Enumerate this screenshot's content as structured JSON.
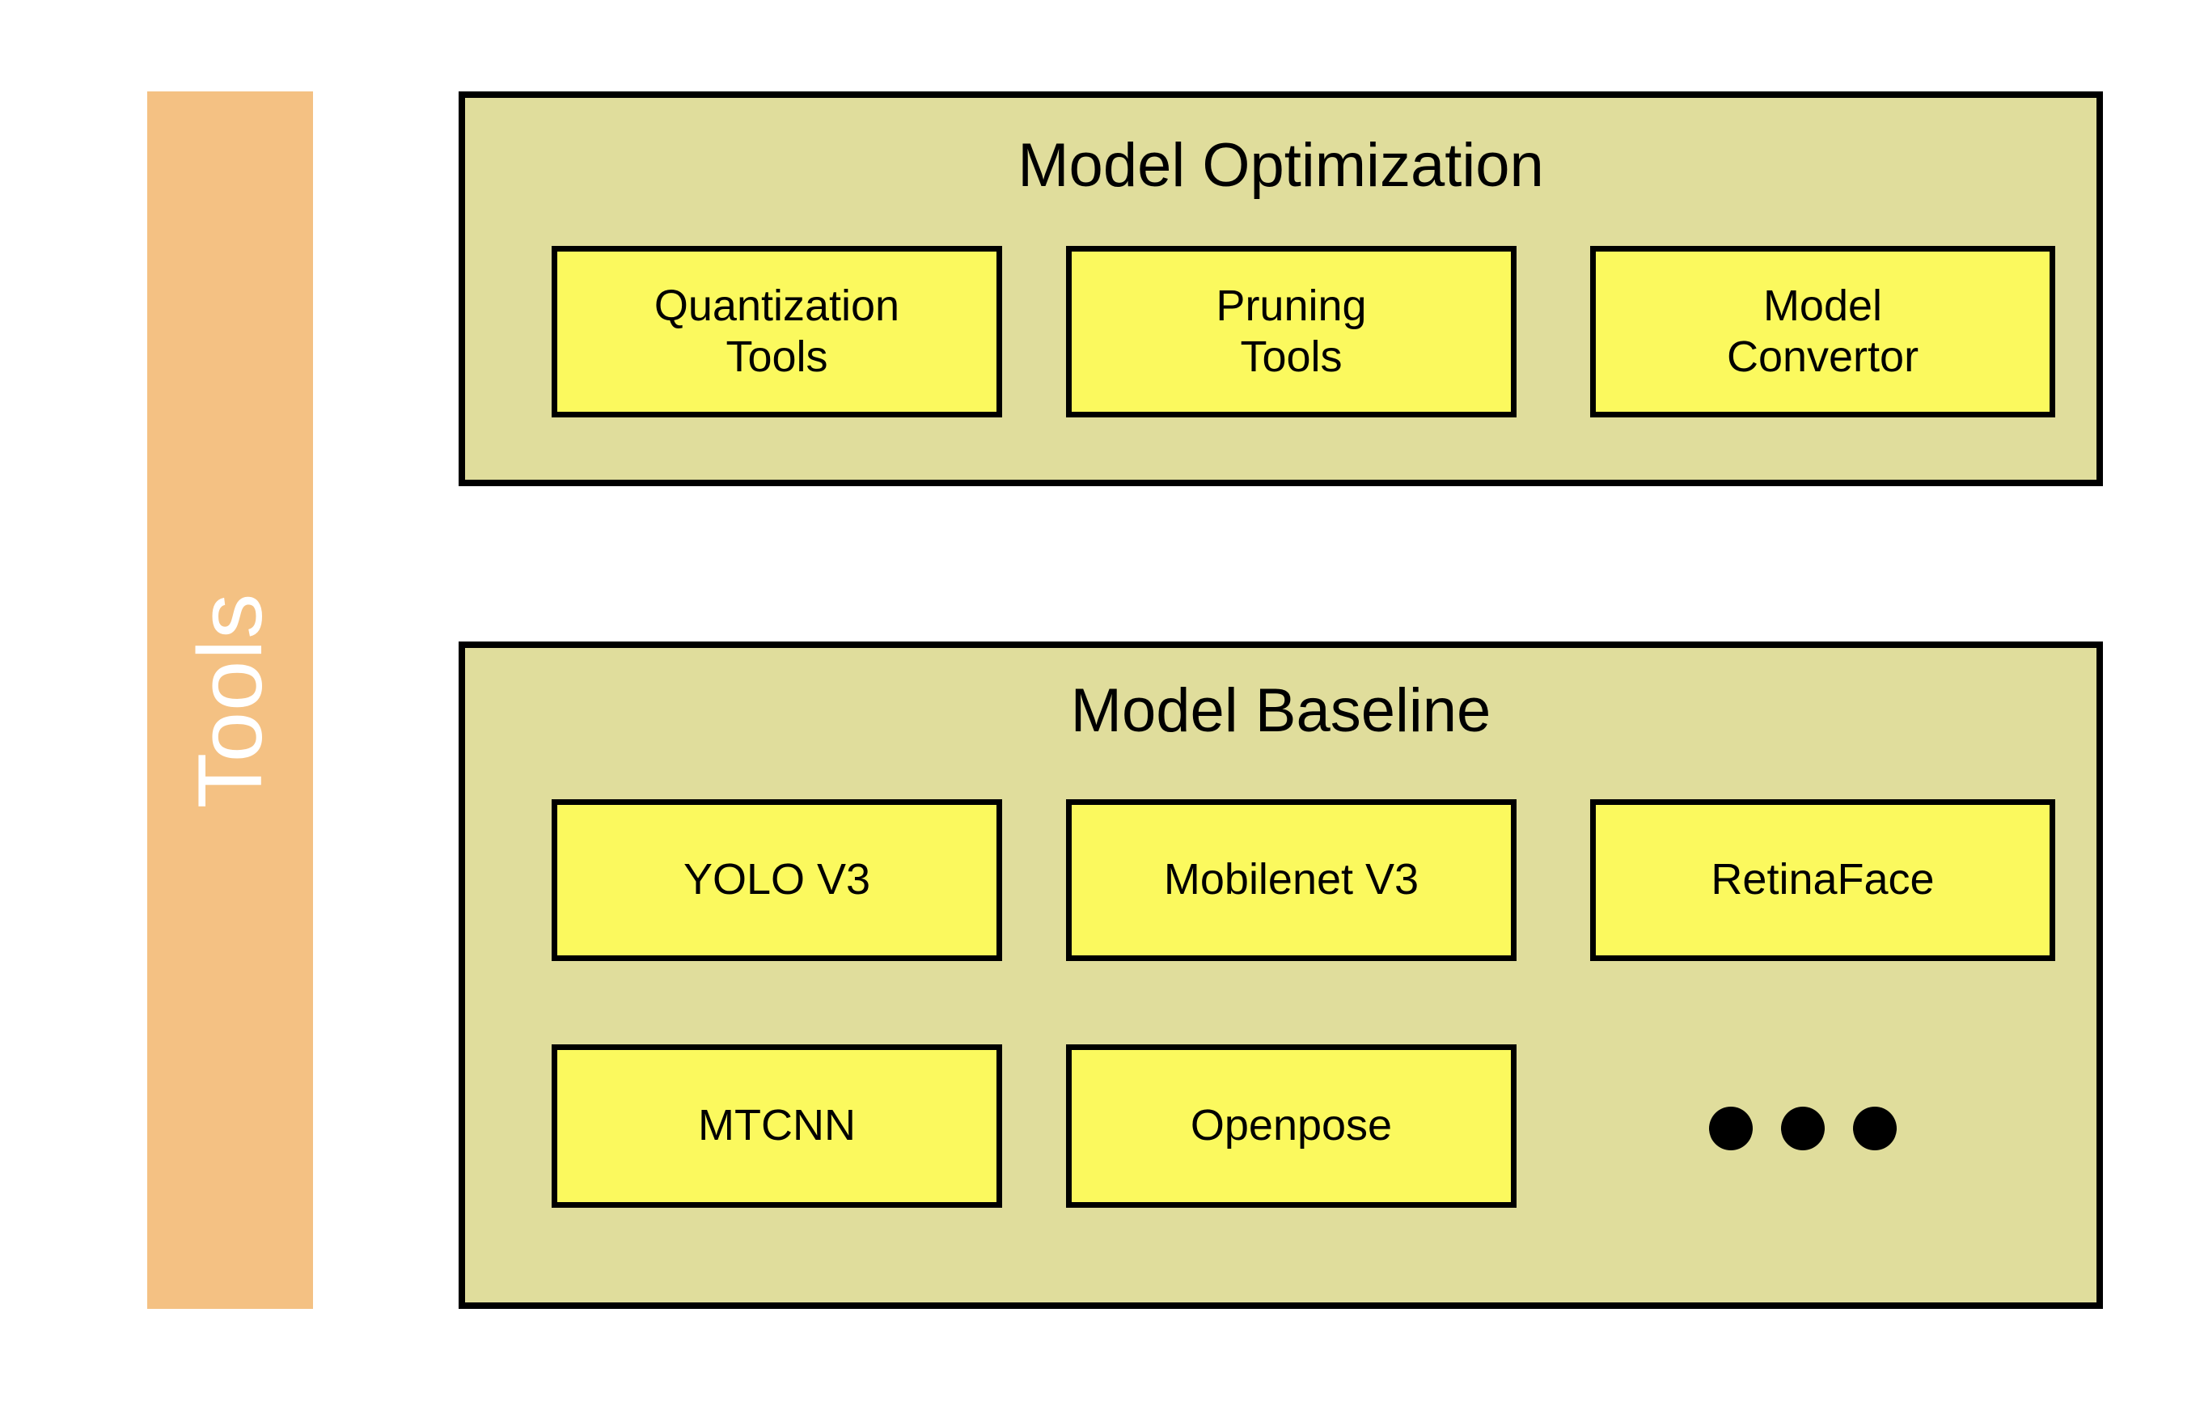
{
  "sidebar": {
    "label": "Tools",
    "color": "#f4c183",
    "text_color": "#ffffff"
  },
  "colors": {
    "panel_fill": "#e0dd9c",
    "box_fill": "#fbf95e",
    "border": "#000000",
    "background": "#ffffff",
    "dot": "#000000"
  },
  "panels": [
    {
      "id": "model-optimization",
      "title": "Model Optimization",
      "items": [
        {
          "id": "quantization-tools",
          "label": "Quantization\nTools"
        },
        {
          "id": "pruning-tools",
          "label": "Pruning\nTools"
        },
        {
          "id": "model-convertor",
          "label": "Model\nConvertor"
        }
      ]
    },
    {
      "id": "model-baseline",
      "title": "Model Baseline",
      "rows": [
        [
          {
            "id": "yolo-v3",
            "label": "YOLO V3"
          },
          {
            "id": "mobilenet-v3",
            "label": "Mobilenet V3"
          },
          {
            "id": "retinaface",
            "label": "RetinaFace"
          }
        ],
        [
          {
            "id": "mtcnn",
            "label": "MTCNN"
          },
          {
            "id": "openpose",
            "label": "Openpose"
          }
        ]
      ],
      "ellipsis": {
        "name": "more-models-ellipsis",
        "dot_count": 3
      }
    }
  ]
}
